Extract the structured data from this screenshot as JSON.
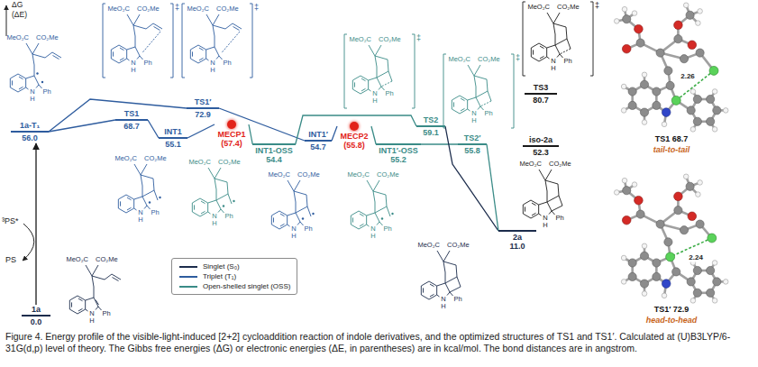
{
  "diagram": {
    "caption": "Figure 4. Energy profile of the visible-light-induced [2+2] cycloaddition reaction of indole derivatives, and the optimized structures of TS1 and TS1′. Calculated at (U)B3LYP/6-31G(d,p) level of theory. The Gibbs free energies (ΔG) or electronic energies (ΔE, in parentheses) are in kcal/mol. The bond distances are in angstrom.",
    "nodes": [
      {
        "text": [
          "1a-T₁",
          "56.0"
        ]
      },
      {
        "text": [
          "TS1",
          "68.7"
        ]
      },
      {
        "text": [
          "TS1′",
          "72.9"
        ]
      },
      {
        "text": [
          "INT1",
          "55.1"
        ]
      },
      {
        "text": [
          "MECP1",
          "(57.4)"
        ]
      },
      {
        "text": [
          "INT1-OSS",
          "54.4"
        ]
      },
      {
        "text": [
          "INT1′",
          "54.7"
        ]
      },
      {
        "text": [
          "MECP2",
          "(55.8)"
        ]
      },
      {
        "text": [
          "INT1′-OSS",
          "55.2"
        ]
      },
      {
        "text": [
          "TS2",
          "59.1"
        ]
      },
      {
        "text": [
          "TS2′",
          "55.8"
        ]
      },
      {
        "text": [
          "TS3",
          "80.7"
        ]
      },
      {
        "text": [
          "iso-2a",
          "52.3"
        ]
      },
      {
        "text": [
          "2a",
          "11.0"
        ]
      },
      {
        "text": [
          "1a",
          "0.0"
        ]
      }
    ],
    "edges": [
      {
        "from": 14,
        "to": 0,
        "arrow": "to"
      },
      {
        "from": 0,
        "to": 1,
        "arrow": "none"
      },
      {
        "from": 0,
        "to": 2,
        "arrow": "none"
      },
      {
        "from": 1,
        "to": 3,
        "arrow": "none"
      },
      {
        "from": 2,
        "to": 6,
        "arrow": "none"
      },
      {
        "from": 3,
        "to": 4,
        "arrow": "none"
      },
      {
        "from": 4,
        "to": 5,
        "arrow": "none"
      },
      {
        "from": 5,
        "to": 9,
        "arrow": "none"
      },
      {
        "from": 6,
        "to": 7,
        "arrow": "none"
      },
      {
        "from": 7,
        "to": 8,
        "arrow": "none"
      },
      {
        "from": 8,
        "to": 10,
        "arrow": "none"
      },
      {
        "from": 9,
        "to": 13,
        "arrow": "none"
      },
      {
        "from": 10,
        "to": 13,
        "arrow": "none"
      }
    ],
    "labels": [
      "ΔG",
      "(ΔE)",
      "³PS*",
      "PS",
      "MeO₂C",
      "CO₂Me",
      "N",
      "H",
      "Ph",
      "MeO₂C",
      "CO₂Me",
      "N",
      "H",
      "Ph",
      "‡",
      "MeO₂C",
      "CO₂Me",
      "N",
      "H",
      "Ph",
      "‡",
      "MeO₂C",
      "CO₂Me",
      "N",
      "H",
      "Ph",
      "‡",
      "MeO₂C",
      "CO₂Me",
      "N",
      "H",
      "Ph",
      "‡",
      "MeO₂C",
      "CO₂Me",
      "N",
      "H",
      "Ph",
      "‡",
      "MeO₂C",
      "CO₂Me",
      "N",
      "H",
      "Ph",
      "MeO₂C",
      "CO₂Me",
      "N",
      "H",
      "Ph",
      "MeO₂C",
      "CO₂Me",
      "N",
      "H",
      "Ph",
      "MeO₂C",
      "CO₂Me",
      "N",
      "H",
      "Ph",
      "MeO₂C",
      "CO₂Me",
      "N",
      "H",
      "Ph",
      "MeO₂C",
      "CO₂Me",
      "N",
      "H",
      "Ph",
      "MeO₂C",
      "CO₂Me",
      "N",
      "H",
      "Ph",
      "2.26",
      "TS1 68.7",
      "tail-to-tail",
      "2.24",
      "TS1′ 72.9",
      "head-to-head"
    ],
    "legend": [
      {
        "text": "Singlet (S₀)"
      },
      {
        "text": "Triplet (T₁)"
      },
      {
        "text": "Open-shelled singlet (OSS)"
      }
    ]
  }
}
